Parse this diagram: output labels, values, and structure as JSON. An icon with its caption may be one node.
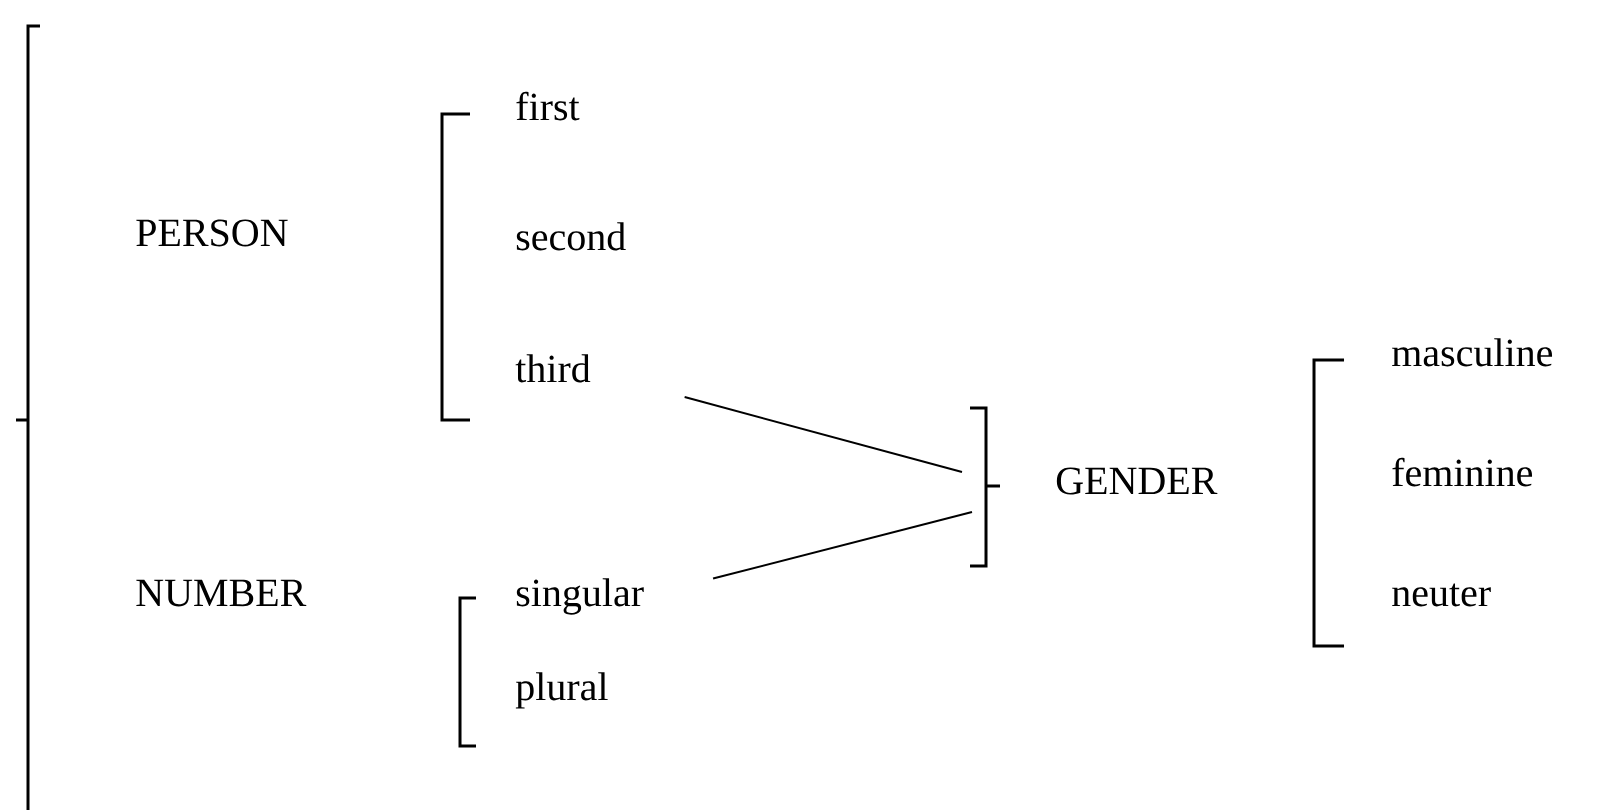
{
  "diagram": {
    "nodes": [
      {
        "text": [
          "PERSON"
        ]
      },
      {
        "text": [
          "first"
        ]
      },
      {
        "text": [
          "second"
        ]
      },
      {
        "text": [
          "third"
        ]
      },
      {
        "text": [
          "NUMBER"
        ]
      },
      {
        "text": [
          "singular"
        ]
      },
      {
        "text": [
          "plural"
        ]
      },
      {
        "text": [
          "GENDER"
        ]
      },
      {
        "text": [
          "masculine"
        ]
      },
      {
        "text": [
          "feminine"
        ]
      },
      {
        "text": [
          "neuter"
        ]
      }
    ],
    "edges": [
      {
        "from": 3,
        "to": 7,
        "arrow": "none"
      },
      {
        "from": 5,
        "to": 7,
        "arrow": "none"
      }
    ]
  }
}
